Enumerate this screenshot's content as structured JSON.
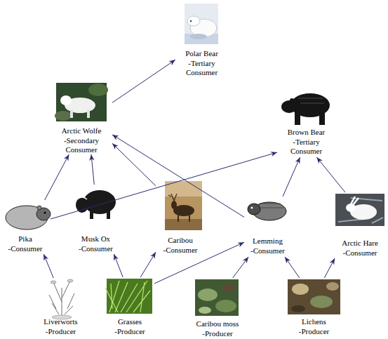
{
  "diagram": {
    "nodes": [
      {
        "text": [
          "Polar Bear",
          "-Tertiary Consumer"
        ]
      },
      {
        "text": [
          "Arctic Wolfe",
          "-Secondary Consumer"
        ]
      },
      {
        "text": [
          "Brown Bear",
          "-Tertiary Consumer"
        ]
      },
      {
        "text": [
          "Pika",
          "-Consumer"
        ]
      },
      {
        "text": [
          "Musk Ox",
          "-Consumer"
        ]
      },
      {
        "text": [
          "Caribou",
          "-Consumer"
        ]
      },
      {
        "text": [
          "Lemming",
          "-Consumer"
        ]
      },
      {
        "text": [
          "Arctic Hare",
          "-Consumer"
        ]
      },
      {
        "text": [
          "Liverworts",
          "-Producer"
        ]
      },
      {
        "text": [
          "Grasses",
          "-Producer"
        ]
      },
      {
        "text": [
          "Caribou moss",
          "-Producer"
        ]
      },
      {
        "text": [
          "Lichens",
          "-Producer"
        ]
      }
    ],
    "edges": [
      {
        "from": 8,
        "to": 3,
        "arrow": "to"
      },
      {
        "from": 9,
        "to": 4,
        "arrow": "to"
      },
      {
        "from": 9,
        "to": 5,
        "arrow": "to"
      },
      {
        "from": 9,
        "to": 6,
        "arrow": "to"
      },
      {
        "from": 10,
        "to": 6,
        "arrow": "to"
      },
      {
        "from": 11,
        "to": 6,
        "arrow": "to"
      },
      {
        "from": 11,
        "to": 7,
        "arrow": "to"
      },
      {
        "from": 3,
        "to": 1,
        "arrow": "to"
      },
      {
        "from": 3,
        "to": 2,
        "arrow": "to"
      },
      {
        "from": 4,
        "to": 1,
        "arrow": "to"
      },
      {
        "from": 5,
        "to": 1,
        "arrow": "to"
      },
      {
        "from": 6,
        "to": 1,
        "arrow": "to"
      },
      {
        "from": 6,
        "to": 2,
        "arrow": "to"
      },
      {
        "from": 7,
        "to": 2,
        "arrow": "to"
      },
      {
        "from": 1,
        "to": 0,
        "arrow": "to"
      }
    ]
  }
}
